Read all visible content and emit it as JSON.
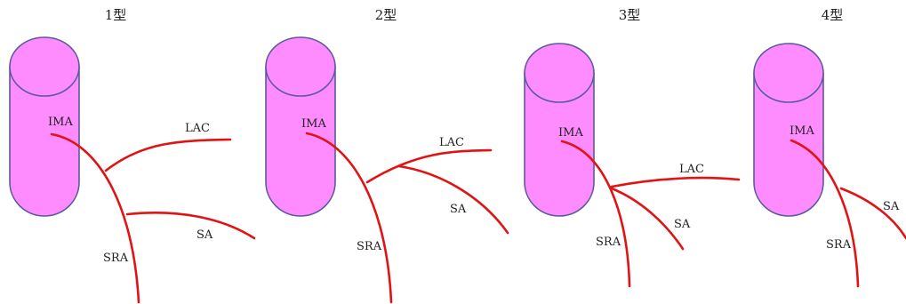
{
  "panels": [
    {
      "title": "1型",
      "labels": {
        "ima": "IMA",
        "lac": "LAC",
        "sa": "SA",
        "sra": "SRA"
      }
    },
    {
      "title": "2型",
      "labels": {
        "ima": "IMA",
        "lac": "LAC",
        "sa": "SA",
        "sra": "SRA"
      }
    },
    {
      "title": "3型",
      "labels": {
        "ima": "IMA",
        "lac": "LAC",
        "sa": "SA",
        "sra": "SRA"
      }
    },
    {
      "title": "4型",
      "labels": {
        "ima": "IMA",
        "sa": "SA",
        "sra": "SRA"
      }
    }
  ],
  "colors": {
    "cylinder_fill": "#ff8cff",
    "cylinder_stroke": "#5a5a9e",
    "vessel": "#e01414"
  }
}
